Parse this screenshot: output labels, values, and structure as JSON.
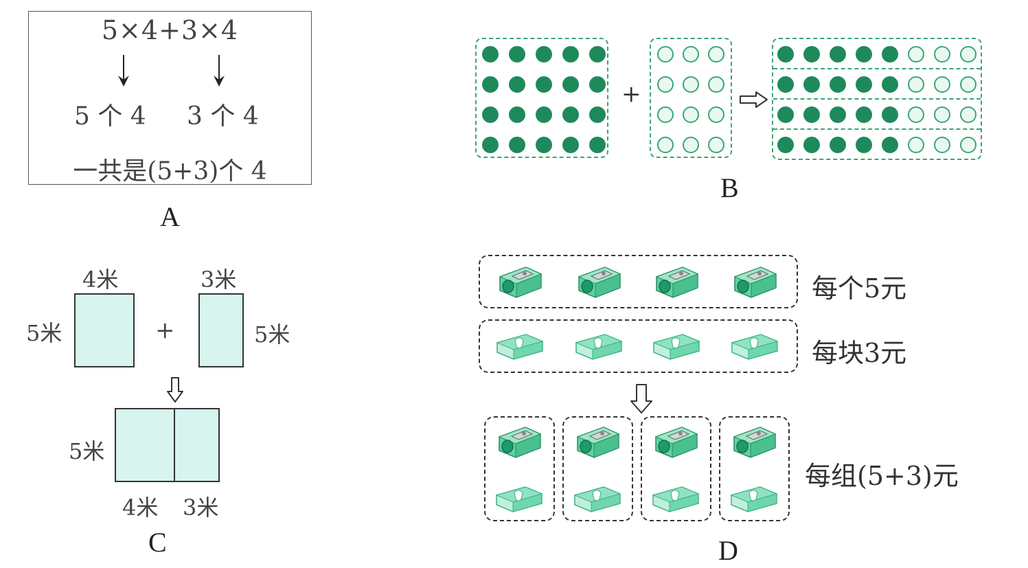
{
  "panelA": {
    "label": "A",
    "expression": "5×4+3×4",
    "group1": "5 个 4",
    "group2": "3 个 4",
    "total": "一共是(5+3)个 4"
  },
  "panelB": {
    "label": "B",
    "plus": "+",
    "left_array": {
      "rows": 4,
      "cols": 5,
      "style": "filled"
    },
    "right_array": {
      "rows": 4,
      "cols": 3,
      "style": "hollow"
    },
    "combined_rows": 4,
    "combined_row": [
      "filled",
      "filled",
      "filled",
      "filled",
      "filled",
      "hollow",
      "hollow",
      "hollow"
    ],
    "colors": {
      "filled": "#1e8a5b",
      "hollow_fill": "#eaf9f0",
      "outline": "#3aa578"
    }
  },
  "panelC": {
    "label": "C",
    "plus": "+",
    "rect1": {
      "top": "4米",
      "side": "5米"
    },
    "rect2": {
      "top": "3米",
      "side": "5米"
    },
    "combined": {
      "side": "5米",
      "bottom_left": "4米",
      "bottom_right": "3米"
    },
    "fill_color": "#d7f4ef"
  },
  "panelD": {
    "label": "D",
    "row1_label": "每个5元",
    "row1_items": [
      "pencil-sharpener",
      "pencil-sharpener",
      "pencil-sharpener",
      "pencil-sharpener"
    ],
    "row2_label": "每块3元",
    "row2_items": [
      "eraser",
      "eraser",
      "eraser",
      "eraser"
    ],
    "group_label": "每组(5+3)元",
    "group_count": 4,
    "item_color": "#5fd3a0"
  }
}
